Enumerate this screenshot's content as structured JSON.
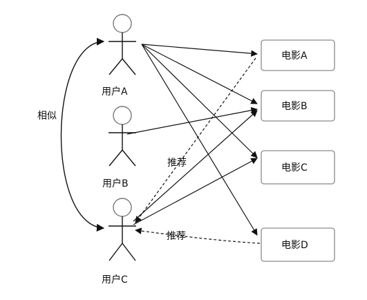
{
  "users": [
    {
      "id": "A",
      "label": "用户A"
    },
    {
      "id": "B",
      "label": "用户B"
    },
    {
      "id": "C",
      "label": "用户C"
    }
  ],
  "movies": [
    {
      "id": "A",
      "label": "电影A"
    },
    {
      "id": "B",
      "label": "电影B"
    },
    {
      "id": "C",
      "label": "电影C"
    },
    {
      "id": "D",
      "label": "电影D"
    }
  ],
  "similar_label": "相似",
  "recommend_labels": [
    "推荐",
    "推荐"
  ],
  "colors": {
    "stroke": "#111111",
    "box_border": "#8a8a8a",
    "background": "#ffffff"
  }
}
